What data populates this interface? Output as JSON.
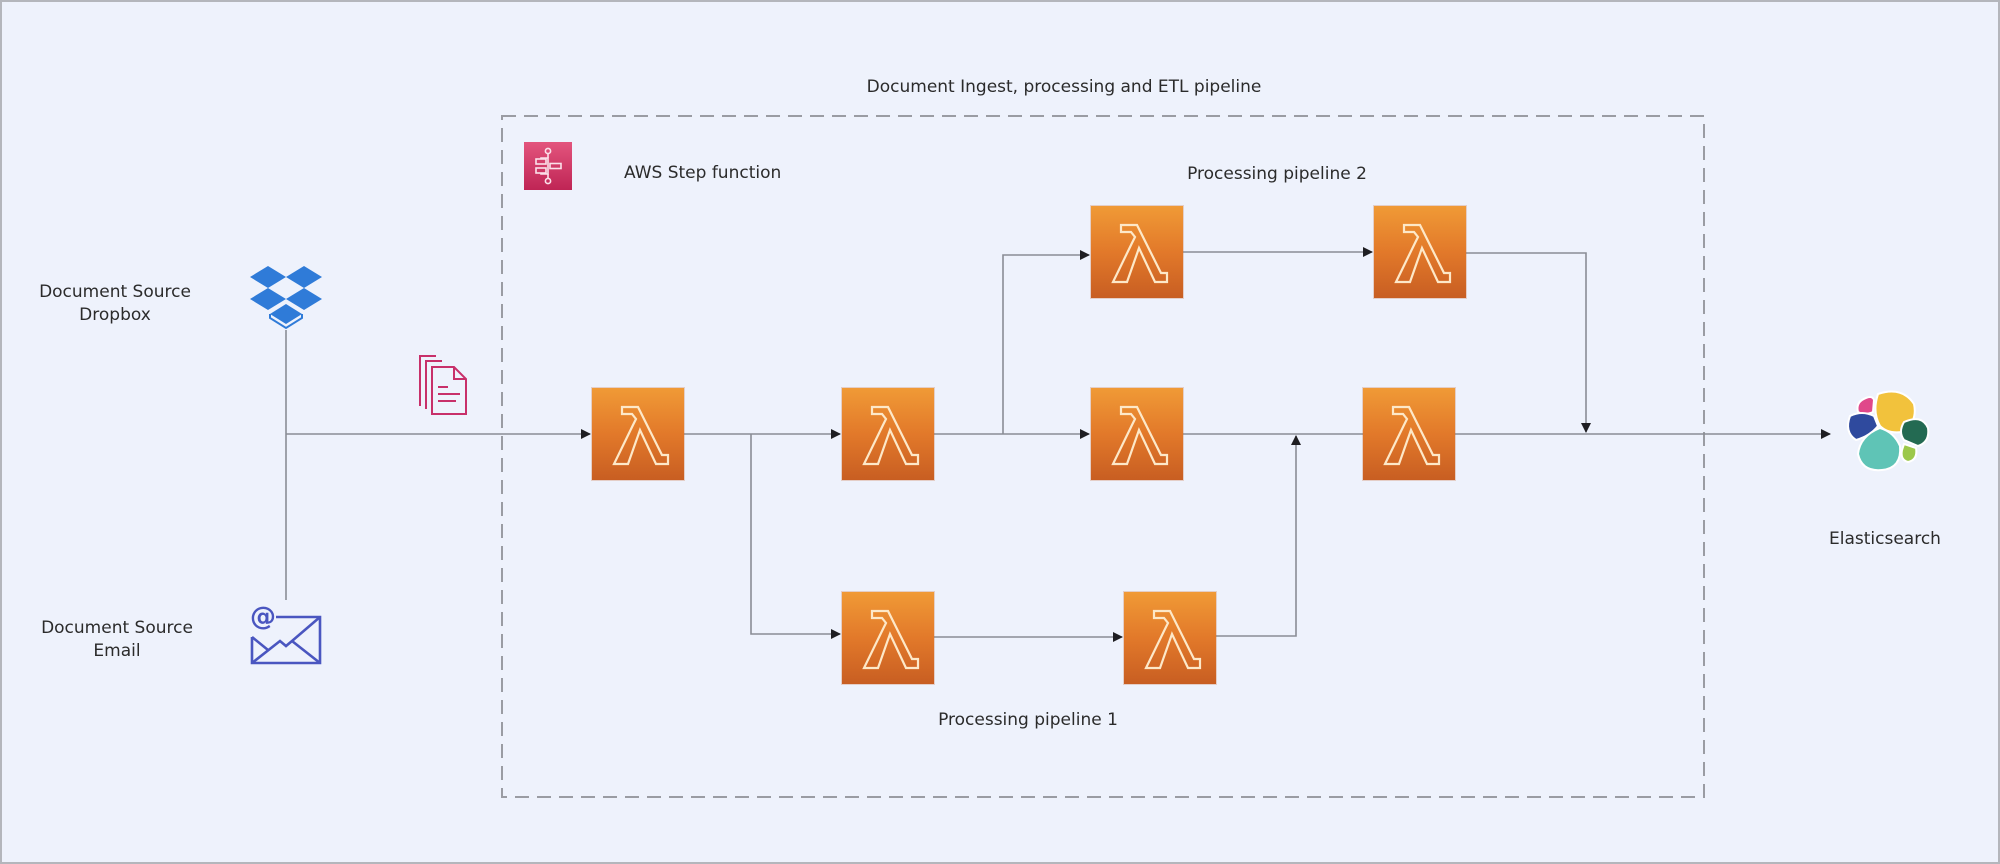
{
  "diagram": {
    "title": "Document Ingest, processing and ETL pipeline",
    "orchestrator": {
      "label": "AWS Step function",
      "icon": "step-functions-icon",
      "color": "#c8285a"
    },
    "sources": [
      {
        "label_line1": "Document Source",
        "label_line2": "Dropbox",
        "icon": "dropbox-icon",
        "color": "#2f7bd8"
      },
      {
        "label_line1": "Document Source",
        "label_line2": "Email",
        "icon": "email-icon",
        "color": "#4a56c0"
      }
    ],
    "documents_icon": {
      "icon": "documents-icon",
      "color": "#c8306a"
    },
    "pipelines": [
      {
        "label": "Processing pipeline  1"
      },
      {
        "label": "Processing pipeline  2"
      }
    ],
    "lambda_functions": [
      {
        "id": "ingest",
        "icon": "lambda-icon"
      },
      {
        "id": "router",
        "icon": "lambda-icon"
      },
      {
        "id": "pipeline2-step1",
        "icon": "lambda-icon"
      },
      {
        "id": "pipeline2-step2",
        "icon": "lambda-icon"
      },
      {
        "id": "main-step",
        "icon": "lambda-icon"
      },
      {
        "id": "loader",
        "icon": "lambda-icon"
      },
      {
        "id": "pipeline1-step1",
        "icon": "lambda-icon"
      },
      {
        "id": "pipeline1-step2",
        "icon": "lambda-icon"
      }
    ],
    "destination": {
      "label": "Elasticsearch",
      "icon": "elasticsearch-icon"
    },
    "colors": {
      "lambda_top": "#f09a36",
      "lambda_bottom": "#c85e22",
      "background": "#eef2fc",
      "wire": "#8a8d95"
    }
  }
}
